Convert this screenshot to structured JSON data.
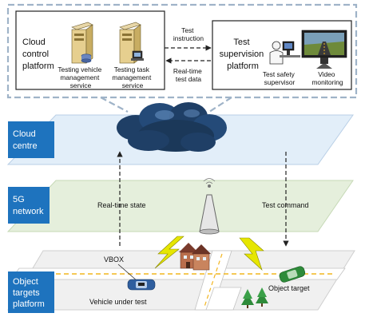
{
  "platforms": {
    "cloud_control": {
      "label_lines": [
        "Cloud",
        "control",
        "platform"
      ]
    },
    "test_supervision": {
      "label_lines": [
        "Test",
        "supervision",
        "platform"
      ]
    }
  },
  "services": {
    "vehicle_management": {
      "label_lines": [
        "Testing vehicle",
        "management",
        "service"
      ]
    },
    "task_management": {
      "label_lines": [
        "Testing task",
        "management",
        "service"
      ]
    }
  },
  "supervision_items": {
    "safety_supervisor": {
      "label_lines": [
        "Test safety",
        "supervisor"
      ]
    },
    "video_monitoring": {
      "label_lines": [
        "Video",
        "monitoring"
      ]
    }
  },
  "messages": {
    "test_instruction": {
      "label_lines": [
        "Test",
        "instruction"
      ]
    },
    "realtime_test_data": {
      "label_lines": [
        "Real-time",
        "test data"
      ]
    },
    "realtime_state": "Real-time state",
    "test_command": "Test command"
  },
  "layers": {
    "cloud_centre": {
      "label_lines": [
        "Cloud",
        "centre"
      ]
    },
    "network_5g": {
      "label_lines": [
        "5G",
        "network"
      ]
    },
    "object_targets": {
      "label_lines": [
        "Object",
        "targets",
        "platform"
      ]
    }
  },
  "ground": {
    "vbox": "VBOX",
    "vehicle_under_test": "Vehicle under test",
    "object_target": "Object target"
  },
  "colors": {
    "layer_label_bg": "#1e73be",
    "frame_dash": "#9fb3c8",
    "cloud_layer": "#e2eef9",
    "network_layer": "#e5efdc",
    "road_layer": "#f0f0f0",
    "cloud_fill": "#1f3f66",
    "lane_marking": "#f2b51f",
    "lightning": "#e6e600",
    "car_blue": "#2f5e9e",
    "car_green": "#2e8b3a"
  }
}
